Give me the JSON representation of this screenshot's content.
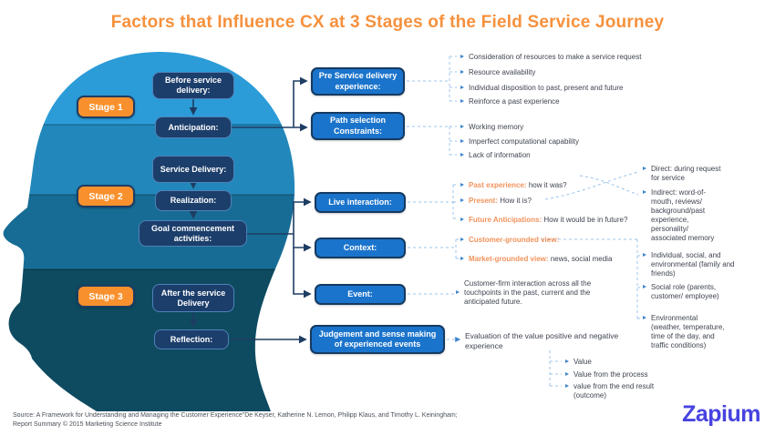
{
  "title": "Factors that Influence CX at 3 Stages of the Field Service Journey",
  "stages": [
    {
      "badge": "Stage 1",
      "steps": [
        "Before service delivery:",
        "Anticipation:"
      ]
    },
    {
      "badge": "Stage 2",
      "steps": [
        "Service Delivery:",
        "Realization:",
        "Goal commencement activities:"
      ]
    },
    {
      "badge": "Stage 3",
      "steps": [
        "After the service Delivery",
        "Reflection:"
      ]
    }
  ],
  "factors": [
    {
      "label": "Pre Service delivery experience:",
      "items": [
        "Consideration of resources to make a service request",
        "Resource availability",
        "Individual disposition to past, present and future",
        "Reinforce a past experience"
      ]
    },
    {
      "label": "Path selection Constraints:",
      "items": [
        "Working memory",
        "Imperfect computational capability",
        "Lack of information"
      ]
    },
    {
      "label": "Live interaction:",
      "items": [
        {
          "highlight": "Past experience:",
          "text": "how it was?"
        },
        {
          "highlight": "Present:",
          "text": "How it is?"
        },
        {
          "highlight": "Future Anticipations:",
          "text": "How it would be in future?"
        }
      ]
    },
    {
      "label": "Context:",
      "items": [
        {
          "highlight": "Customer-grounded view:",
          "text": ""
        },
        {
          "highlight": "Market-grounded view:",
          "text": "news, social media"
        }
      ]
    },
    {
      "label": "Event:",
      "description": "Customer-firm interaction across all the touchpoints in the past, current and the anticipated future."
    },
    {
      "label": "Judgement and sense making of experienced events",
      "description": "Evaluation of the value positive and negative experience",
      "subitems": [
        "Value",
        "Value from the process",
        "value from the end result (outcome)"
      ]
    }
  ],
  "influences": [
    "Direct: during request for service",
    "Indirect: word-of-mouth, reviews/ background/past experience, personality/ associated memory",
    "Individual, social, and environmental (family and friends)",
    "Social role (parents, customer/ employee)",
    "Environmental (weather, temperature, time of the day, and traffic conditions)"
  ],
  "footer": {
    "line1": "Source: A Framework for Understanding and Managing the Customer Experience\"De Keyser, Katherine N. Lemon, Philipp Klaus, and Timothy L. Keiningham;",
    "line2": "Report Summary © 2015 Marketing Science Institute"
  },
  "logo": {
    "text": "Zapium"
  },
  "colors": {
    "accent_orange": "#F6913D",
    "badge_orange": "#F8912D",
    "factor_blue": "#1B74CB",
    "dark_navy": "#1C3E6B",
    "logo_indigo": "#4743E0",
    "head_bands": [
      "#2B9CD8",
      "#2287BA",
      "#176C95",
      "#0E4B61"
    ]
  }
}
